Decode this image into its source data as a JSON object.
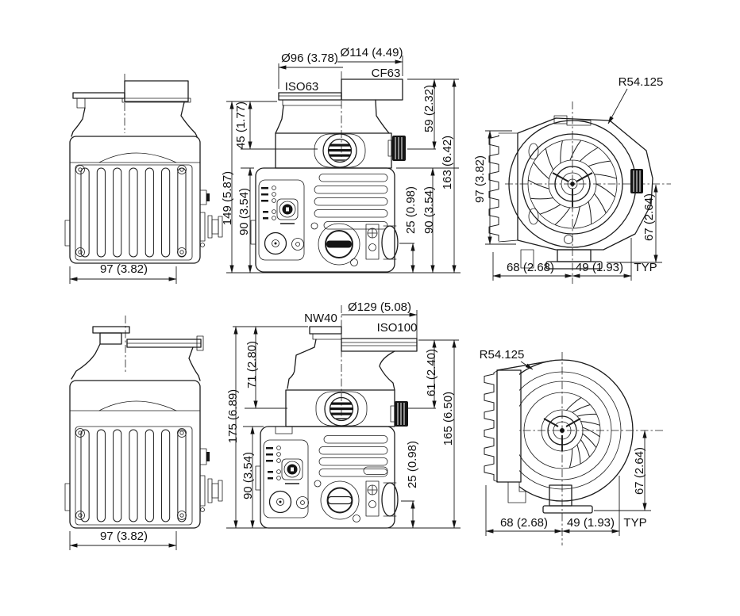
{
  "palette": {
    "background": "#ffffff",
    "line": "#1c1c1c"
  },
  "views": {
    "top_front": {
      "inlet_dia_iso": "Ø96 (3.78)",
      "inlet_dia_cf": "Ø114 (4.49)",
      "flange_iso": "ISO63",
      "flange_cf": "CF63",
      "dim_45": "45 (1.77)",
      "dim_59": "59 (2.32)",
      "dim_149": "149 (5.87)",
      "dim_90_left": "90 (3.54)",
      "dim_163": "163 (6.42)",
      "dim_90_right": "90 (3.54)",
      "dim_25": "25 (0.98)"
    },
    "top_side": {
      "width_dim": "97 (3.82)"
    },
    "top_rear": {
      "radius": "R54.125",
      "dim_97": "97 (3.82)",
      "dim_67": "67 (2.64)",
      "dim_68": "68 (2.68)",
      "dim_49": "49 (1.93)",
      "typ": "TYP"
    },
    "bottom_side": {
      "width_dim": "97 (3.82)"
    },
    "bottom_front": {
      "flange_nw": "NW40",
      "inlet_dia": "Ø129 (5.08)",
      "flange_iso": "ISO100",
      "dim_71": "71 (2.80)",
      "dim_61": "61 (2.40)",
      "dim_175": "175 (6.89)",
      "dim_90": "90 (3.54)",
      "dim_165": "165 (6.50)",
      "dim_25": "25 (0.98)"
    },
    "bottom_rear": {
      "radius": "R54.125",
      "dim_67": "67 (2.64)",
      "dim_68": "68 (2.68)",
      "dim_49": "49 (1.93)",
      "typ": "TYP"
    }
  }
}
